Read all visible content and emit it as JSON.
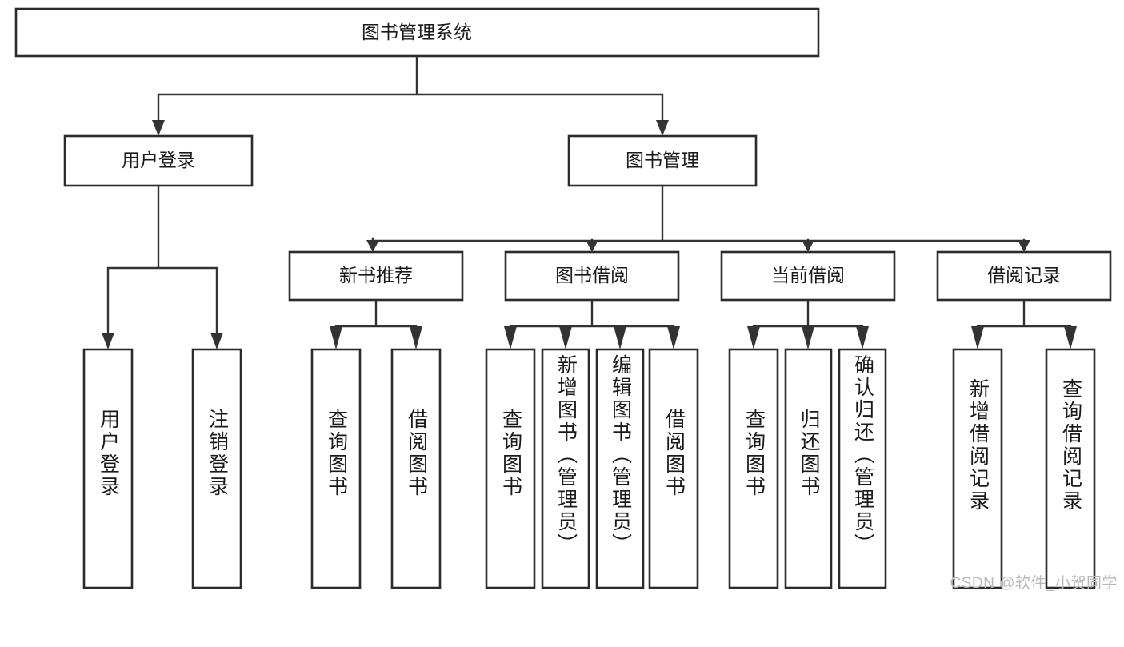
{
  "diagram": {
    "title": "图书管理系统",
    "type": "tree",
    "orientation": "top-down",
    "root": {
      "label": "图书管理系统"
    },
    "level1": [
      {
        "label": "用户登录"
      },
      {
        "label": "图书管理"
      }
    ],
    "level2": [
      {
        "label": "新书推荐",
        "parent": "图书管理"
      },
      {
        "label": "图书借阅",
        "parent": "图书管理"
      },
      {
        "label": "当前借阅",
        "parent": "图书管理"
      },
      {
        "label": "借阅记录",
        "parent": "图书管理"
      }
    ],
    "leaves": {
      "user_login": [
        {
          "label": "用户登录"
        },
        {
          "label": "注销登录"
        }
      ],
      "new_book_recommend": [
        {
          "label": "查询图书"
        },
        {
          "label": "借阅图书"
        }
      ],
      "book_borrow": [
        {
          "label": "查询图书"
        },
        {
          "label": "新增图书（管理员）"
        },
        {
          "label": "编辑图书（管理员）"
        },
        {
          "label": "借阅图书"
        }
      ],
      "current_borrow": [
        {
          "label": "查询图书"
        },
        {
          "label": "归还图书"
        },
        {
          "label": "确认归还（管理员）"
        }
      ],
      "borrow_record": [
        {
          "label": "新增借阅记录"
        },
        {
          "label": "查询借阅记录"
        }
      ]
    }
  },
  "watermark": {
    "text": "CSDN @软件_小贺同学"
  },
  "colors": {
    "box_stroke": "#2b2b2b",
    "edge": "#333333",
    "background": "#ffffff",
    "text": "#1a1a1a",
    "watermark": "#b9b9b9"
  }
}
